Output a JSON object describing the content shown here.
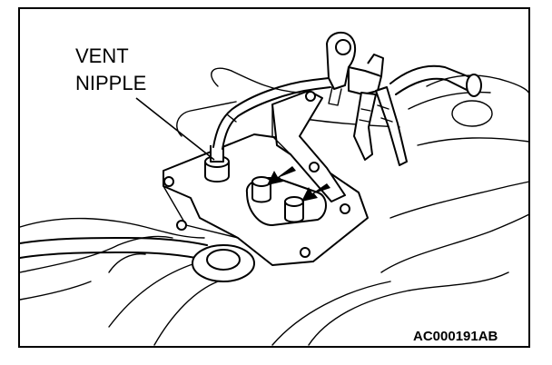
{
  "figure": {
    "callout": {
      "line1": "VENT",
      "line2": "NIPPLE"
    },
    "code": "AC000191AB"
  }
}
